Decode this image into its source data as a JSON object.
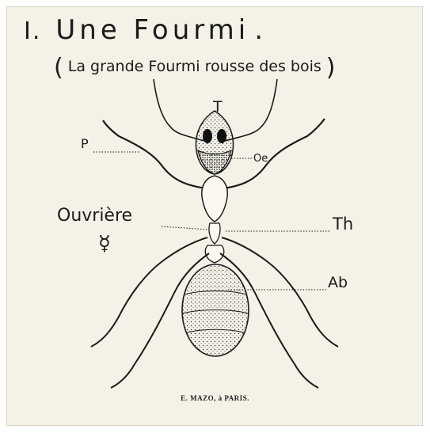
{
  "plate": {
    "number": "I.",
    "title": "Une Fourmi",
    "title_end": ".",
    "subtitle": "La grande Fourmi rousse des bois",
    "subtitle_open": "(",
    "subtitle_close": ")",
    "publisher": "E. MAZO, à PARIS."
  },
  "labels": {
    "head": "T",
    "palp": "P",
    "eye": "Oe",
    "caste": "Ouvrière",
    "caste_symbol": "☿",
    "thorax": "Th",
    "abdomen": "Ab"
  },
  "colors": {
    "paper": "#f4f1e7",
    "ink": "#1b1b1b"
  }
}
